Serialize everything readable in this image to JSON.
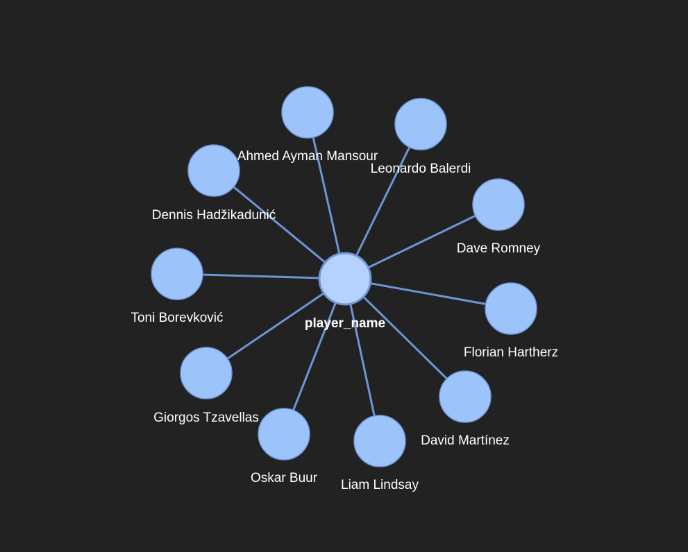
{
  "center": {
    "label": "player_name",
    "fill": "#b4d2fd",
    "stroke": "#6f95d4"
  },
  "nodes": [
    {
      "label": "Ahmed Ayman Mansour"
    },
    {
      "label": "Leonardo Balerdi"
    },
    {
      "label": "Dave Romney"
    },
    {
      "label": "Florian Hartherz"
    },
    {
      "label": "David Martínez"
    },
    {
      "label": "Liam Lindsay"
    },
    {
      "label": "Oskar Buur"
    },
    {
      "label": "Giorgos Tzavellas"
    },
    {
      "label": "Toni Borevković"
    },
    {
      "label": "Dennis Hadžikadunić"
    }
  ],
  "colors": {
    "background": "#222222",
    "node_fill": "#9dc3fb",
    "edge": "#6f95d4",
    "label": "#ffffff"
  }
}
